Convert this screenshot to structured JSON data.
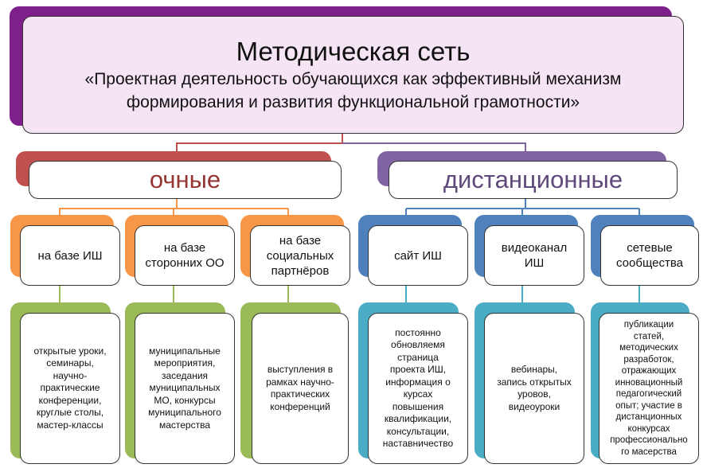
{
  "title": {
    "main": "Методическая сеть",
    "line1": "«Проектная деятельность обучающихся как эффективный механизм",
    "line2": "формирования и развития функциональной грамотности»"
  },
  "categories": [
    {
      "label": "очные",
      "color": "#c0504d",
      "subs": [
        {
          "label": "на базе ИШ",
          "color": "#f79646",
          "leaf": "открытые уроки,\nсеминары,\nнаучно-\nпрактические\nконференции,\nкруглые столы,\nмастер-классы",
          "leaf_color": "#9bbb59"
        },
        {
          "label": "на базе\nсторонних ОО",
          "color": "#f79646",
          "leaf": "муниципальные\nмероприятия,\nзаседания\nмуниципальных\nМО, конкурсы\nмуниципального\nмастерства",
          "leaf_color": "#9bbb59"
        },
        {
          "label": "на базе\nсоциальных\nпартнёров",
          "color": "#f79646",
          "leaf": "выступления в\nрамках научно-\nпрактических\nконференций",
          "leaf_color": "#9bbb59"
        }
      ]
    },
    {
      "label": "дистанционные",
      "color": "#8064a2",
      "subs": [
        {
          "label": "сайт ИШ",
          "color": "#4f81bd",
          "leaf": "постоянно\nобновляемя\nстраница\nпроекта ИШ,\nинформация о\nкурсах\nповышения\nквалификации,\nконсультации,\nнаставничество",
          "leaf_color": "#4bacc6"
        },
        {
          "label": "видеоканал\nИШ",
          "color": "#4f81bd",
          "leaf": "вебинары,\nзапись открытых\nуровов,\nвидеоуроки",
          "leaf_color": "#4bacc6"
        },
        {
          "label": "сетевые\nсообщества",
          "color": "#4f81bd",
          "leaf": "публикации\nстатей,\nметодических\nразработок,\nотражающих\nинновационный\nпедагогический\nопыт; участие в\nдистанционных\nконкурсах\nпрофессионально\nго масерства",
          "leaf_color": "#4bacc6"
        }
      ]
    }
  ],
  "colors": {
    "title_back": "#7f1f8c",
    "title_fill": "#f5e4f3"
  }
}
